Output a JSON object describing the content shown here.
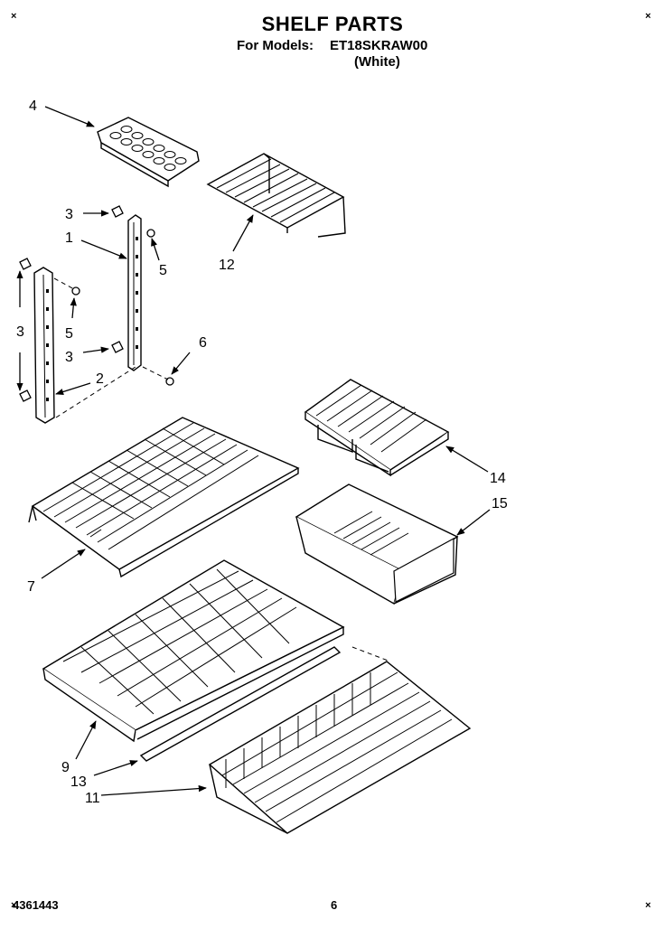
{
  "header": {
    "title": "SHELF PARTS",
    "models_label": "For Models:",
    "model_number": "ET18SKRAW00",
    "color": "(White)"
  },
  "corner_marks": [
    "×",
    "×",
    "×",
    "×"
  ],
  "footer": {
    "part_code": "4361443",
    "page_number": "6"
  },
  "callouts": {
    "c4": "4",
    "c3a": "3",
    "c1": "1",
    "c5a": "5",
    "c12": "12",
    "c3b": "3",
    "c5b": "5",
    "c3c": "3",
    "c6": "6",
    "c2": "2",
    "c14": "14",
    "c15": "15",
    "c7": "7",
    "c9": "9",
    "c13": "13",
    "c11": "11"
  }
}
